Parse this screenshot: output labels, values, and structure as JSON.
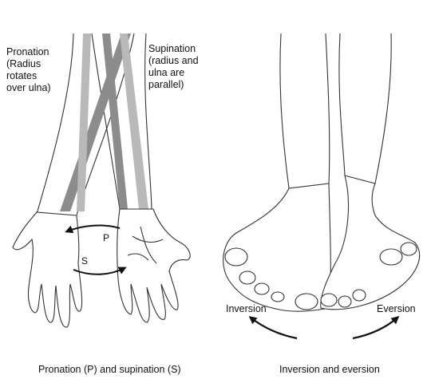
{
  "left_panel": {
    "pronation_label": "Pronation\n(Radius\nrotates\nover ulna)",
    "supination_label": "Supination\n(radius and\nulna are\nparallel)",
    "arrow_p": "P",
    "arrow_s": "S",
    "caption": "Pronation (P) and supination (S)"
  },
  "right_panel": {
    "inversion_label": "Inversion",
    "eversion_label": "Eversion",
    "caption": "Inversion and eversion"
  },
  "colors": {
    "bone": "#8c8c8c",
    "bone_light": "#b9b9b9",
    "outline": "#333333"
  }
}
